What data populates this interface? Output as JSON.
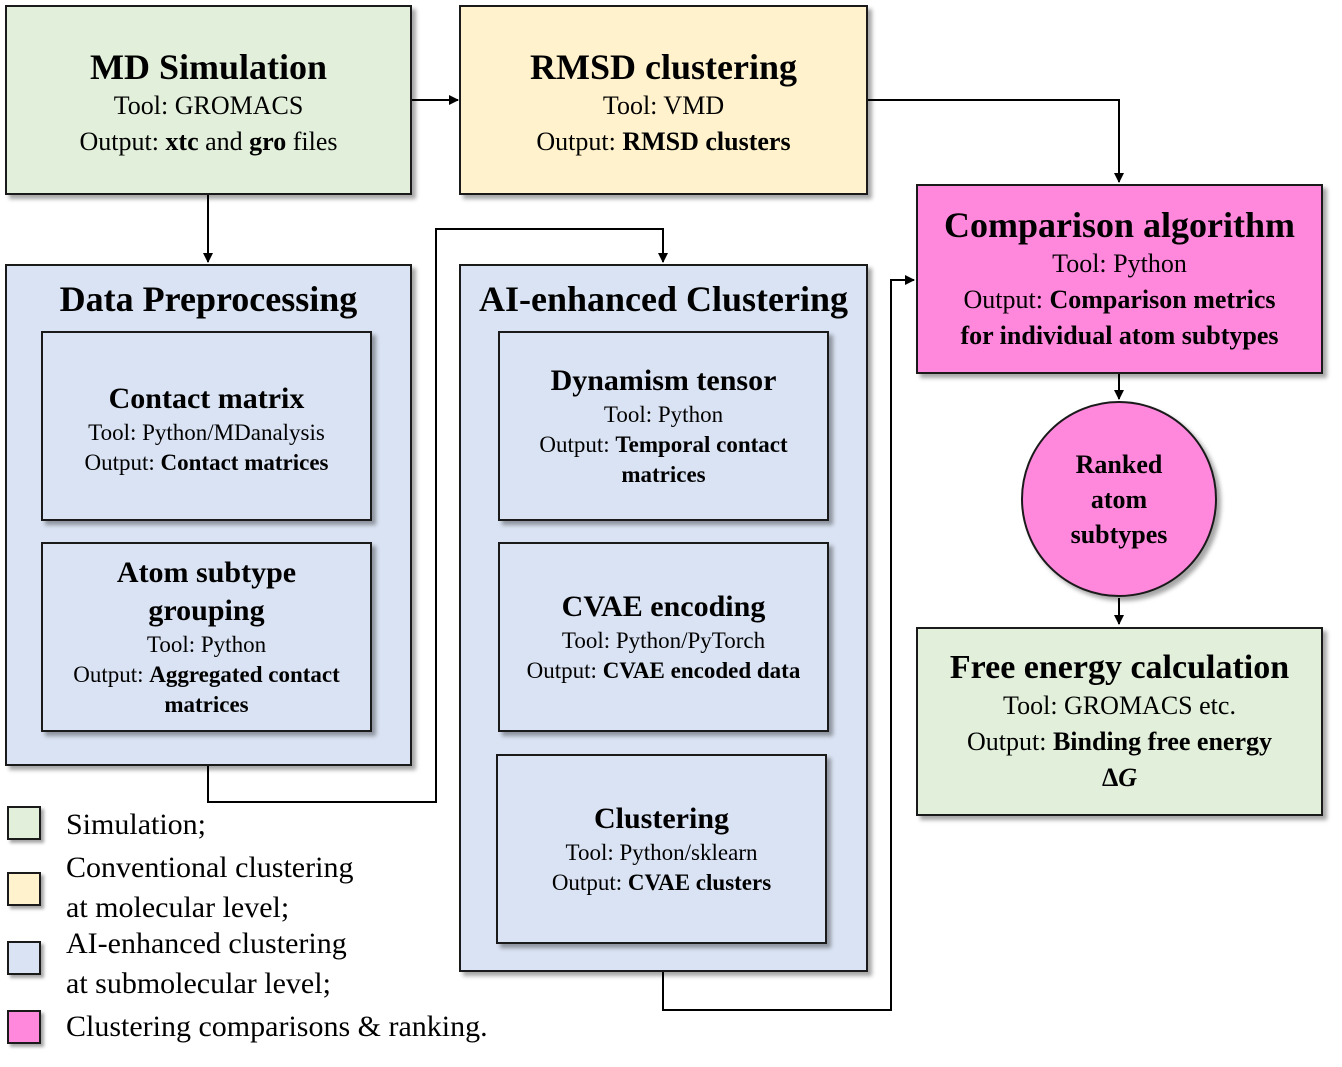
{
  "md": {
    "title": "MD Simulation",
    "tool": "Tool: GROMACS",
    "out_prefix": "Output: ",
    "out_a": "xtc",
    "out_mid": " and ",
    "out_b": "gro",
    "out_suffix": " files"
  },
  "rmsd": {
    "title": "RMSD clustering",
    "tool": "Tool: VMD",
    "out_prefix": "Output: ",
    "out_bold": "RMSD clusters"
  },
  "comparison": {
    "title": "Comparison algorithm",
    "tool": "Tool: Python",
    "out_prefix": "Output: ",
    "out_bold1": "Comparison metrics",
    "out_bold2": "for individual atom subtypes"
  },
  "preprocessing": {
    "title": "Data Preprocessing",
    "contact": {
      "title": "Contact matrix",
      "tool": "Tool: Python/MDanalysis",
      "out_prefix": "Output: ",
      "out_bold": "Contact matrices"
    },
    "subtype": {
      "title1": "Atom subtype",
      "title2": "grouping",
      "tool": "Tool: Python",
      "out_prefix": "Output: ",
      "out_bold1": "Aggregated contact",
      "out_bold2": "matrices"
    }
  },
  "ai": {
    "title": "AI-enhanced Clustering",
    "dynamism": {
      "title": "Dynamism tensor",
      "tool": "Tool: Python",
      "out_prefix": "Output: ",
      "out_bold1": "Temporal contact",
      "out_bold2": "matrices"
    },
    "cvae": {
      "title": "CVAE encoding",
      "tool": "Tool: Python/PyTorch",
      "out_prefix": "Output: ",
      "out_bold": "CVAE encoded data"
    },
    "clustering": {
      "title": "Clustering",
      "tool": "Tool: Python/sklearn",
      "out_prefix": "Output: ",
      "out_bold": "CVAE clusters"
    }
  },
  "ranked": {
    "line1": "Ranked",
    "line2": "atom",
    "line3": "subtypes"
  },
  "free_energy": {
    "title": "Free energy calculation",
    "tool": "Tool: GROMACS etc.",
    "out_prefix": "Output: ",
    "out_bold": "Binding free energy",
    "delta": "Δ",
    "g": "G"
  },
  "legend": {
    "items": [
      {
        "color": "#e2efda",
        "line1": "Simulation;",
        "line2": ""
      },
      {
        "color": "#fff2cc",
        "line1": "Conventional clustering",
        "line2": "at molecular level;"
      },
      {
        "color": "#dae3f3",
        "line1": "AI-enhanced clustering",
        "line2": "at submolecular level;"
      },
      {
        "color": "#ff88dd",
        "line1": "Clustering comparisons & ranking.",
        "line2": ""
      }
    ]
  },
  "colors": {
    "simulation": "#e2efda",
    "conventional": "#fff2cc",
    "ai": "#dae3f3",
    "comparison": "#ff88dd"
  }
}
